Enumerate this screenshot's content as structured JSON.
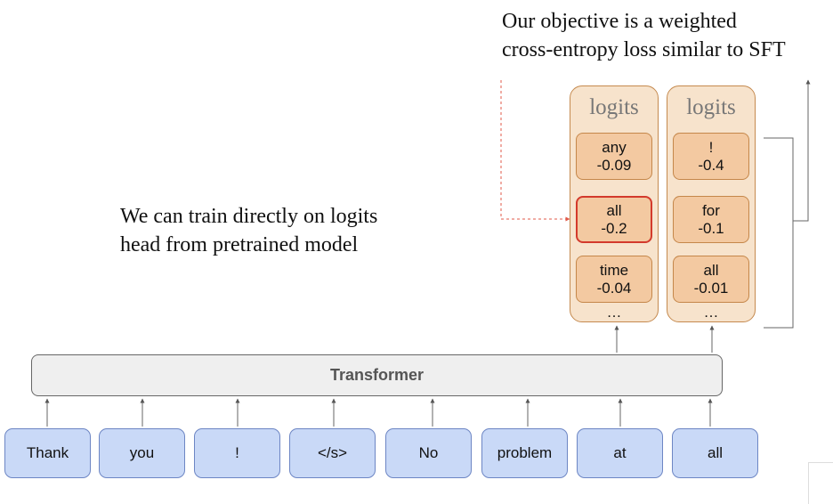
{
  "objective_text": "Our objective is a weighted\ncross-entropy loss similar to SFT",
  "note_text": "We can train directly on logits\nhead from pretrained model",
  "transformer_label": "Transformer",
  "tokens": [
    "Thank",
    "you",
    "!",
    "</s>",
    "No",
    "problem",
    "at",
    "all"
  ],
  "logit_columns": [
    {
      "title": "logits",
      "entries": [
        {
          "token": "any",
          "value": "-0.09"
        },
        {
          "token": "all",
          "value": "-0.2",
          "highlighted": true
        },
        {
          "token": "time",
          "value": "-0.04"
        }
      ],
      "more": "…"
    },
    {
      "title": "logits",
      "entries": [
        {
          "token": "!",
          "value": "-0.4"
        },
        {
          "token": "for",
          "value": "-0.1"
        },
        {
          "token": "all",
          "value": "-0.01"
        }
      ],
      "more": "…"
    }
  ],
  "colors": {
    "token_fill": "#c9d9f7",
    "logit_panel_fill": "#f7e3cc",
    "logit_cell_fill": "#f3c9a1",
    "highlight_border": "#d33a2c",
    "transformer_fill": "#efefef"
  }
}
